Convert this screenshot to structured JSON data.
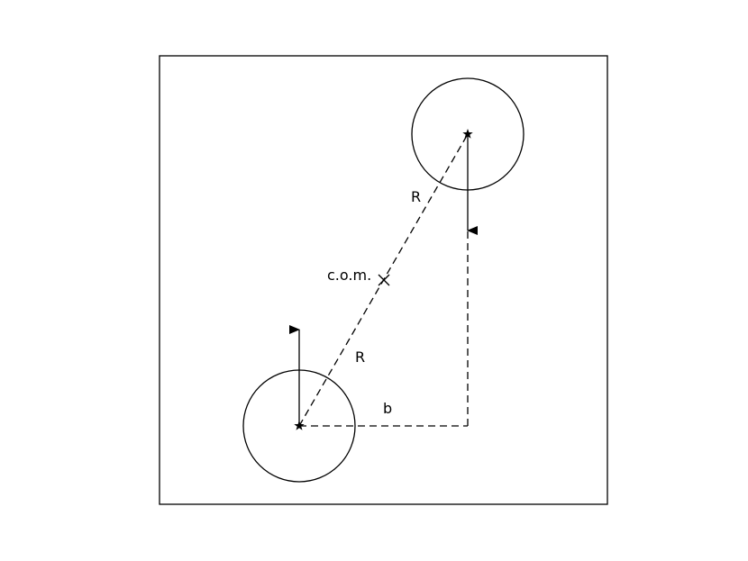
{
  "labels": {
    "r_upper": "R",
    "r_lower": "R",
    "com": "c.o.m.",
    "impact": "b"
  },
  "colors": {
    "stroke": "#000000",
    "background": "#ffffff"
  },
  "icons": {
    "body_center_marker": "star",
    "com_marker": "x-cross",
    "velocity_arrow": "arrow"
  }
}
